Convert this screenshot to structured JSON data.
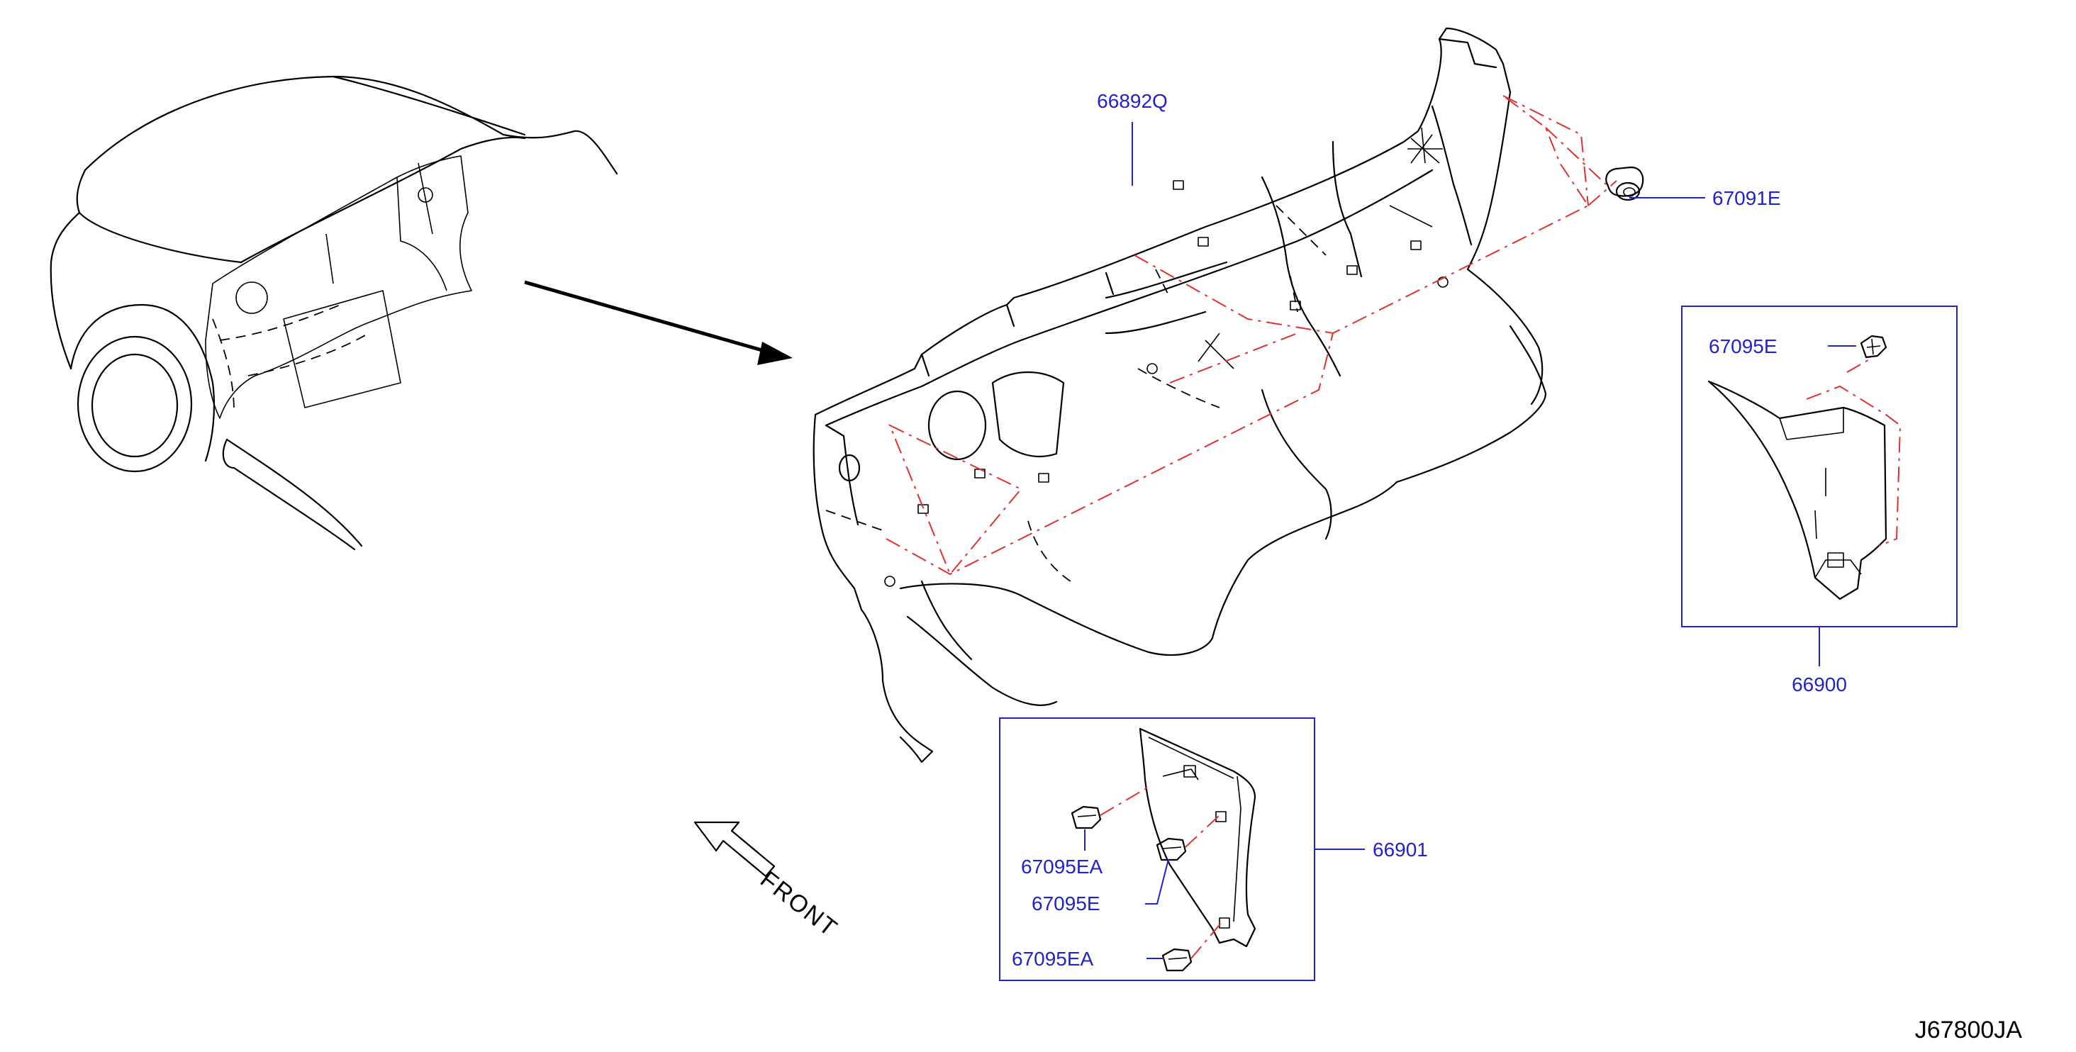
{
  "diagram": {
    "drawing_code": "J67800JA",
    "direction_label": "FRONT",
    "part_labels": {
      "dash_insulator": "66892Q",
      "grommet": "67091E",
      "clip_right_panel": "67095E",
      "right_side_panel": "66900",
      "left_side_panel": "66901",
      "clip_upper": "67095EA",
      "clip_middle": "67095E",
      "clip_lower": "67095EA"
    },
    "colors": {
      "callout": "#2222cc",
      "assembly_dash": "#e03030",
      "linework": "#000000"
    }
  }
}
